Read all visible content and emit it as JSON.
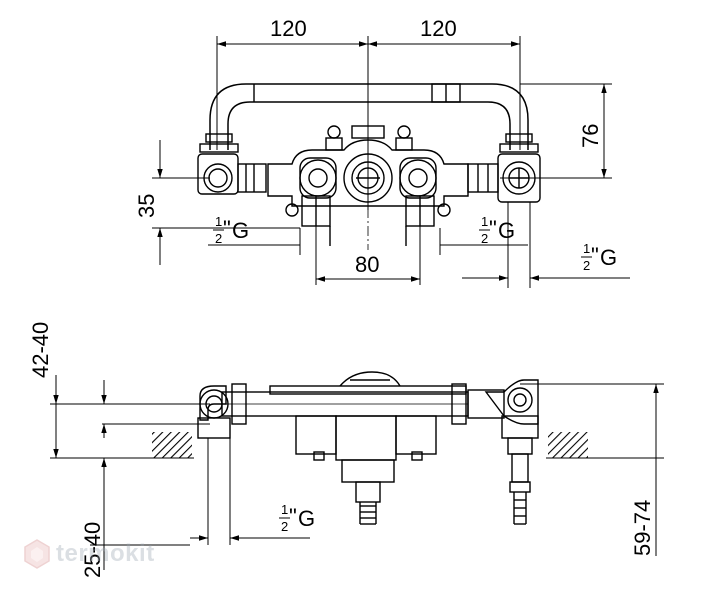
{
  "top_view": {
    "dim_left_spacing": "120",
    "dim_right_spacing": "120",
    "dim_center_spacing": "80",
    "dim_height_76": "76",
    "dim_height_35": "35",
    "thread_left": "G",
    "thread_middle": "G",
    "thread_right": "G",
    "thread_fraction_num": "1",
    "thread_fraction_den": "2",
    "thread_quote": "\""
  },
  "side_view": {
    "dim_depth_range": "42-40",
    "dim_bottom_left_range": "25-40",
    "dim_right_range": "59-74",
    "thread_label": "G",
    "thread_fraction_num": "1",
    "thread_fraction_den": "2",
    "thread_quote": "\""
  },
  "watermark": {
    "text": "termokit",
    "color": "#9aa4b0"
  }
}
